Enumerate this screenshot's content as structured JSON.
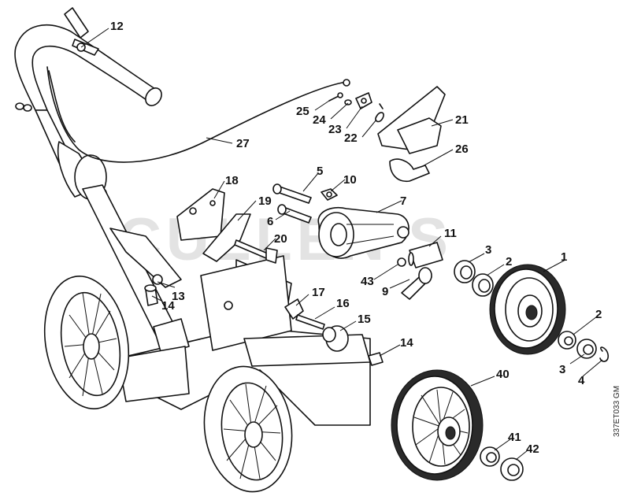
{
  "drawing_code": "337ET033 GM",
  "watermark": "CULLEN'S",
  "part_labels": [
    "12",
    "27",
    "25",
    "24",
    "23",
    "22",
    "21",
    "26",
    "18",
    "19",
    "5",
    "10",
    "6",
    "7",
    "20",
    "11",
    "3",
    "2",
    "1",
    "43",
    "9",
    "13",
    "14",
    "17",
    "16",
    "15",
    "14",
    "2",
    "3",
    "4",
    "40",
    "41",
    "42"
  ]
}
